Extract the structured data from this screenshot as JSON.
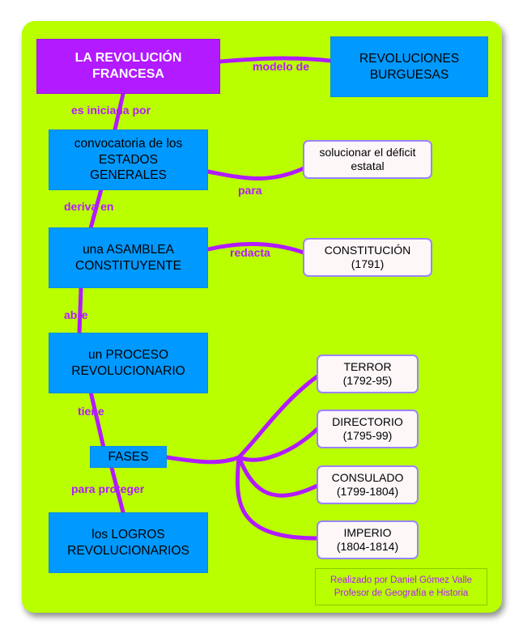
{
  "title": "LA REVOLUCIÓN FRANCESA",
  "colors": {
    "background": "#b9ff00",
    "main_node": "#b21aff",
    "concept_node": "#0099ff",
    "detail_node": "#fdf7f8",
    "link": "#b21aff",
    "detail_border": "#9b84ff"
  },
  "nodes": {
    "revolucion": "LA REVOLUCIÓN FRANCESA",
    "burguesas": "REVOLUCIONES BURGUESAS",
    "estados": "convocatoria de los ESTADOS GENERALES",
    "deficit": "solucionar el déficit estatal",
    "asamblea": "una ASAMBLEA CONSTITUYENTE",
    "constitucion": "CONSTITUCIÓN (1791)",
    "proceso": "un PROCESO REVOLUCIONARIO",
    "fases": "FASES",
    "logros": "los LOGROS REVOLUCIONARIOS",
    "terror": "TERROR (1792-95)",
    "directorio": "DIRECTORIO (1795-99)",
    "consulado": "CONSULADO (1799-1804)",
    "imperio": "IMPERIO (1804-1814)"
  },
  "links": {
    "modelo_de": "modelo de",
    "es_iniciada_por": "es iniciada por",
    "para": "para",
    "deriva_en": "deriva en",
    "redacta": "redacta",
    "abre": "abre",
    "tiene": "tiene",
    "para_proteger": "para proteger"
  },
  "credit": {
    "line1": "Realizado por Daniel Gómez Valle",
    "line2": "Profesor de Geografía e Historia"
  }
}
